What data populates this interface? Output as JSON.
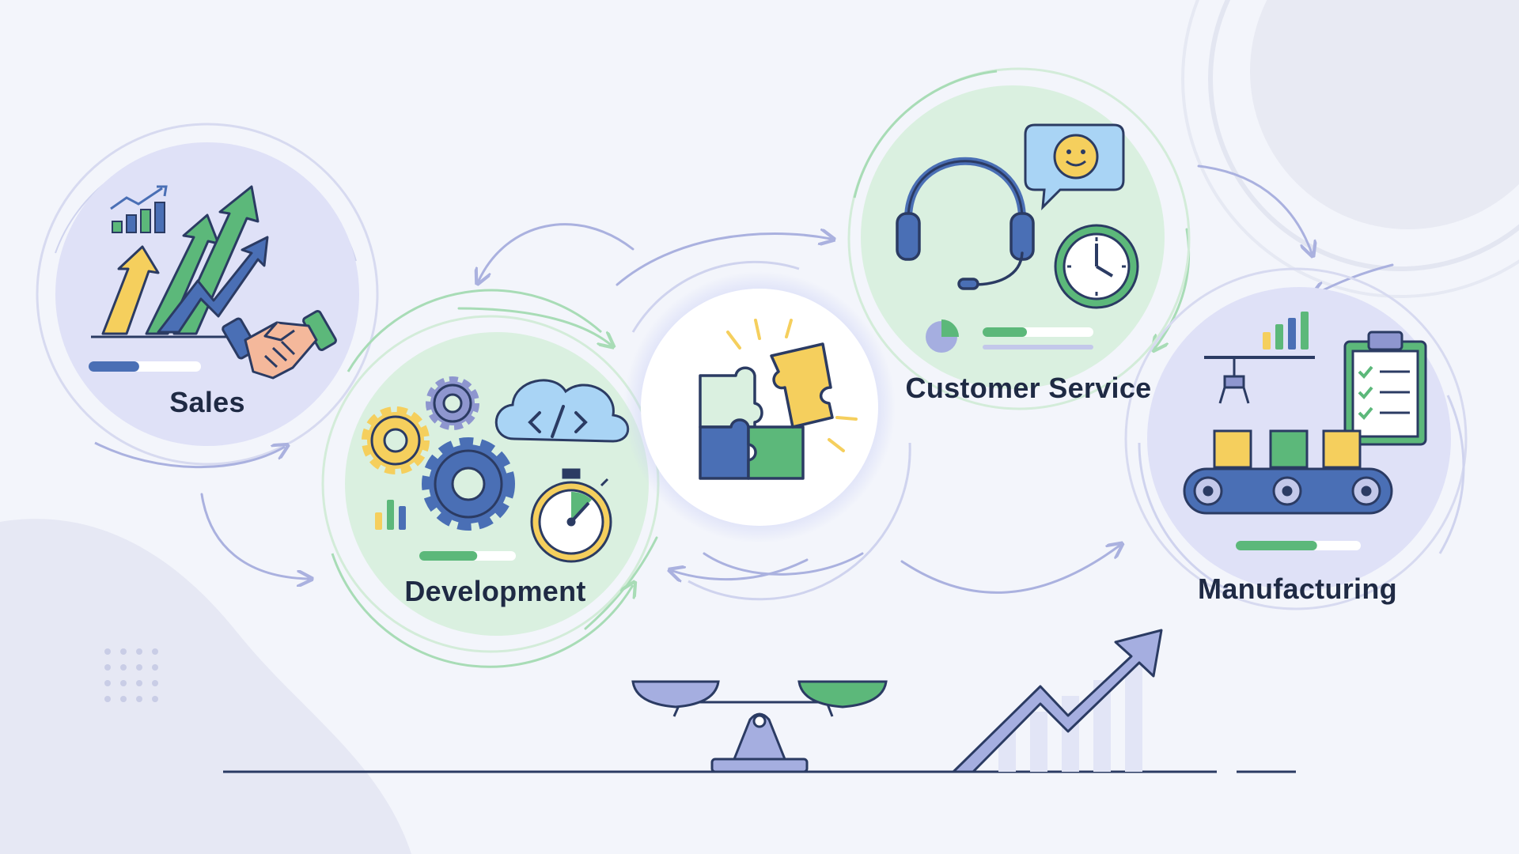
{
  "nodes": {
    "sales": {
      "label": "Sales"
    },
    "development": {
      "label": "Development"
    },
    "customer_service": {
      "label": "Customer Service"
    },
    "manufacturing": {
      "label": "Manufacturing"
    }
  },
  "progress": {
    "sales": 0.45,
    "development": 0.6,
    "customer_service": 0.4,
    "manufacturing": 0.65
  },
  "colors": {
    "background": "#f3f5fb",
    "lavender": "#dfe1f7",
    "mint": "#daf0e0",
    "blue": "#4a6fb5",
    "green": "#5cb87a",
    "yellow": "#f5cf5d",
    "outline": "#2b3b63",
    "text": "#1f2a44"
  },
  "icons": {
    "sales": [
      "bar-chart-icon",
      "growth-arrows-icon",
      "handshake-icon"
    ],
    "development": [
      "gears-icon",
      "cloud-code-icon",
      "stopwatch-icon"
    ],
    "center": [
      "puzzle-icon"
    ],
    "customer_service": [
      "headset-icon",
      "chat-smiley-icon",
      "clock-icon",
      "pie-chart-icon"
    ],
    "manufacturing": [
      "robot-arm-icon",
      "conveyor-belt-icon",
      "clipboard-checklist-icon"
    ],
    "footer": [
      "balance-scale-icon",
      "trend-arrow-icon"
    ]
  }
}
